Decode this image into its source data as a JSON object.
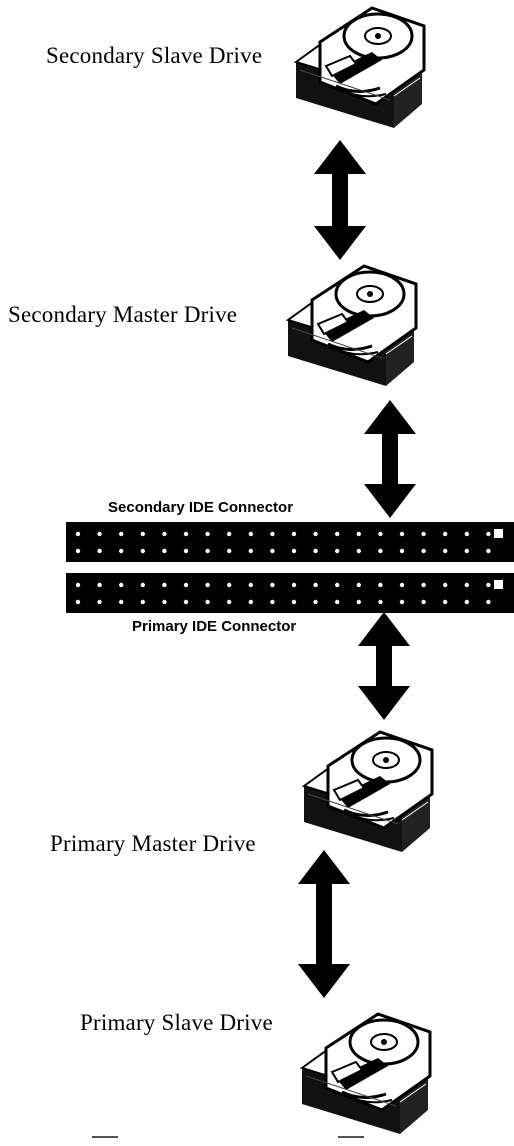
{
  "labels": {
    "secondary_slave": "Secondary Slave Drive",
    "secondary_master": "Secondary Master Drive",
    "secondary_connector": "Secondary IDE Connector",
    "primary_connector": "Primary IDE Connector",
    "primary_master": "Primary Master Drive",
    "primary_slave": "Primary Slave Drive"
  },
  "icons": {
    "drive": "hard-drive-icon",
    "arrow": "double-headed-arrow-icon",
    "connector": "ide-connector-icon"
  }
}
